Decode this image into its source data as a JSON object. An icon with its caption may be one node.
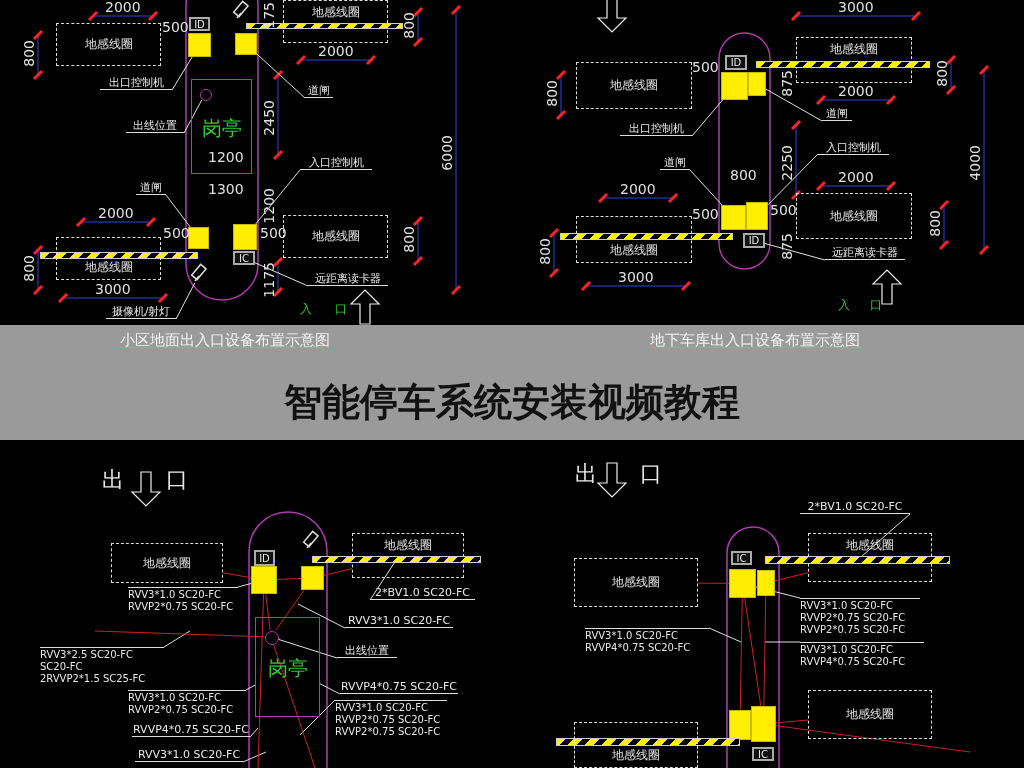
{
  "diagram": {
    "title": "智能停车系统安装视频教程",
    "nodes": [
      {
        "text": [
          "地感线圈"
        ]
      },
      {
        "text": [
          "地感线圈"
        ]
      },
      {
        "text": [
          "ID"
        ]
      },
      {
        "text": [],
        "shape": "box"
      },
      {
        "text": [],
        "shape": "box"
      },
      {
        "text": [],
        "shape": "bar"
      },
      {
        "text": [
          "出口控制机"
        ]
      },
      {
        "text": [
          "道闸"
        ]
      },
      {
        "text": [
          "岗亭"
        ]
      },
      {
        "text": [],
        "shape": "circle",
        "in": 8
      },
      {
        "text": [
          "出线位置"
        ]
      },
      {
        "text": [
          "入口控制机"
        ]
      },
      {
        "text": [
          "道闸"
        ]
      },
      {
        "text": [
          "地感线圈"
        ]
      },
      {
        "text": [],
        "shape": "box"
      },
      {
        "text": [],
        "shape": "box"
      },
      {
        "text": [],
        "shape": "bar"
      },
      {
        "text": [
          "地感线圈"
        ]
      },
      {
        "text": [
          "IC"
        ]
      },
      {
        "text": [
          "远距离读卡器"
        ]
      },
      {
        "text": [],
        "shape": "box"
      },
      {
        "text": [
          "摄像机/射灯"
        ]
      },
      {
        "text": [
          "地感线圈"
        ]
      },
      {
        "text": [
          "地感线圈"
        ]
      },
      {
        "text": [
          "ID"
        ]
      },
      {
        "text": [],
        "shape": "box"
      },
      {
        "text": [],
        "shape": "box"
      },
      {
        "text": [],
        "shape": "bar"
      },
      {
        "text": [
          "出口控制机"
        ]
      },
      {
        "text": [
          "道闸"
        ]
      },
      {
        "text": [
          "入口控制机"
        ]
      },
      {
        "text": [
          "道闸"
        ]
      },
      {
        "text": [
          "地感线圈"
        ]
      },
      {
        "text": [],
        "shape": "box"
      },
      {
        "text": [],
        "shape": "box"
      },
      {
        "text": [],
        "shape": "bar"
      },
      {
        "text": [
          "地感线圈"
        ]
      },
      {
        "text": [
          "ID"
        ]
      },
      {
        "text": [
          "远距离读卡器"
        ]
      },
      {
        "text": [
          "地感线圈"
        ]
      },
      {
        "text": [
          "地感线圈"
        ]
      },
      {
        "text": [
          "ID"
        ]
      },
      {
        "text": [],
        "shape": "box"
      },
      {
        "text": [],
        "shape": "box"
      },
      {
        "text": [],
        "shape": "bar"
      },
      {
        "text": [
          "2*BV1.0 SC20-FC"
        ]
      },
      {
        "text": [
          "RVV3*1.0 SC20-FC",
          "RVVP2*0.75 SC20-FC"
        ]
      },
      {
        "text": [
          "RVV3*1.0 SC20-FC"
        ]
      },
      {
        "text": [
          "岗亭"
        ]
      },
      {
        "text": [],
        "shape": "circle",
        "in": 48
      },
      {
        "text": [
          "出线位置"
        ]
      },
      {
        "text": [
          "RVV3*2.5 SC20-FC",
          "SC20-FC",
          "2RVVP2*1.5 SC25-FC"
        ]
      },
      {
        "text": [
          "RVV3*1.0 SC20-FC",
          "RVVP2*0.75 SC20-FC"
        ]
      },
      {
        "text": [
          "RVVP4*0.75 SC20-FC"
        ]
      },
      {
        "text": [
          "RVV3*1.0 SC20-FC",
          "RVVP2*0.75 SC20-FC",
          "RVVP2*0.75 SC20-FC"
        ]
      },
      {
        "text": [
          "RVVP4*0.75 SC20-FC"
        ]
      },
      {
        "text": [
          "RVV3*1.0 SC20-FC"
        ]
      },
      {
        "text": [
          "地感线圈"
        ]
      },
      {
        "text": [
          "地感线圈"
        ]
      },
      {
        "text": [
          "IC"
        ]
      },
      {
        "text": [],
        "shape": "box"
      },
      {
        "text": [],
        "shape": "box"
      },
      {
        "text": [],
        "shape": "bar"
      },
      {
        "text": [
          "2*BV1.0 SC20-FC"
        ]
      },
      {
        "text": [
          "RVV3*1.0 SC20-FC",
          "RVVP2*0.75 SC20-FC",
          "RVVP2*0.75 SC20-FC"
        ]
      },
      {
        "text": [
          "RVV3*1.0 SC20-FC",
          "RVVP4*0.75 SC20-FC"
        ]
      },
      {
        "text": [
          "RVV3*1.0 SC20-FC",
          "RVVP4*0.75 SC20-FC"
        ]
      },
      {
        "text": [],
        "shape": "box"
      },
      {
        "text": [],
        "shape": "box"
      },
      {
        "text": [],
        "shape": "bar"
      },
      {
        "text": [
          "IC"
        ]
      },
      {
        "text": [
          "地感线圈"
        ]
      },
      {
        "text": [
          "地感线圈"
        ]
      }
    ],
    "edges": [
      {
        "from": 6,
        "to": 3,
        "arrow": "none"
      },
      {
        "from": 7,
        "to": 4,
        "arrow": "none"
      },
      {
        "from": 10,
        "to": 9,
        "arrow": "none"
      },
      {
        "from": 11,
        "to": 15,
        "arrow": "none"
      },
      {
        "from": 12,
        "to": 14,
        "arrow": "none"
      },
      {
        "from": 19,
        "to": 18,
        "arrow": "none"
      },
      {
        "from": 21,
        "to": 20,
        "arrow": "none"
      },
      {
        "from": 28,
        "to": 25,
        "arrow": "none"
      },
      {
        "from": 29,
        "to": 26,
        "arrow": "none"
      },
      {
        "from": 31,
        "to": 33,
        "arrow": "none"
      },
      {
        "from": 30,
        "to": 34,
        "arrow": "none"
      },
      {
        "from": 38,
        "to": 37,
        "arrow": "none"
      },
      {
        "from": 45,
        "to": 44,
        "arrow": "none"
      },
      {
        "from": 46,
        "to": 42,
        "arrow": "none"
      },
      {
        "from": 47,
        "to": null,
        "arrow": "none"
      },
      {
        "from": 50,
        "to": 49,
        "arrow": "none"
      },
      {
        "from": 51,
        "to": null,
        "arrow": "none"
      },
      {
        "from": 52,
        "to": 48,
        "arrow": "none"
      },
      {
        "from": 53,
        "to": 48,
        "arrow": "none"
      },
      {
        "from": 54,
        "to": null,
        "arrow": "none"
      },
      {
        "from": 55,
        "to": null,
        "arrow": "none"
      },
      {
        "from": 56,
        "to": null,
        "arrow": "none"
      },
      {
        "from": 63,
        "to": 62,
        "arrow": "none"
      },
      {
        "from": 64,
        "to": 60,
        "arrow": "none"
      },
      {
        "from": 65,
        "to": null,
        "arrow": "none"
      },
      {
        "from": 66,
        "to": null,
        "arrow": "none"
      },
      {
        "from": 39,
        "to": 42,
        "arrow": "none",
        "color": "#cc2020"
      },
      {
        "from": 42,
        "to": 43,
        "arrow": "none",
        "color": "#cc2020"
      },
      {
        "from": 43,
        "to": 40,
        "arrow": "none",
        "color": "#cc2020"
      },
      {
        "from": 42,
        "to": 49,
        "arrow": "none",
        "color": "#cc2020"
      },
      {
        "from": 43,
        "to": 49,
        "arrow": "none",
        "color": "#cc2020"
      },
      {
        "from": null,
        "to": 49,
        "arrow": "none",
        "color": "#cc2020"
      },
      {
        "from": 49,
        "to": null,
        "arrow": "none",
        "color": "#cc2020"
      },
      {
        "from": 42,
        "to": null,
        "arrow": "none",
        "color": "#cc2020"
      },
      {
        "from": 57,
        "to": 60,
        "arrow": "none",
        "color": "#cc2020"
      },
      {
        "from": 61,
        "to": 58,
        "arrow": "none",
        "color": "#cc2020"
      },
      {
        "from": 60,
        "to": 67,
        "arrow": "none",
        "color": "#cc2020"
      },
      {
        "from": 61,
        "to": 68,
        "arrow": "none",
        "color": "#cc2020"
      },
      {
        "from": 60,
        "to": 68,
        "arrow": "none",
        "color": "#cc2020"
      },
      {
        "from": 68,
        "to": 71,
        "arrow": "none",
        "color": "#cc2020"
      },
      {
        "from": 68,
        "to": null,
        "arrow": "none",
        "color": "#cc2020"
      }
    ],
    "labels": [
      "2000",
      "800",
      "500",
      "175",
      "800",
      "2000",
      "2450",
      "6000",
      "1200",
      "1300",
      "1200",
      "2000",
      "500",
      "500",
      "800",
      "800",
      "3000",
      "1175",
      "入",
      "口",
      "3000",
      "500",
      "875",
      "800",
      "2000",
      "800",
      "2250",
      "4000",
      "800",
      "2000",
      "2000",
      "500",
      "500",
      "875",
      "800",
      "800",
      "3000",
      "入",
      "口",
      "小区地面出入口设备布置示意图",
      "地下车库出入口设备布置示意图",
      "出",
      "口",
      "出",
      "口"
    ]
  }
}
